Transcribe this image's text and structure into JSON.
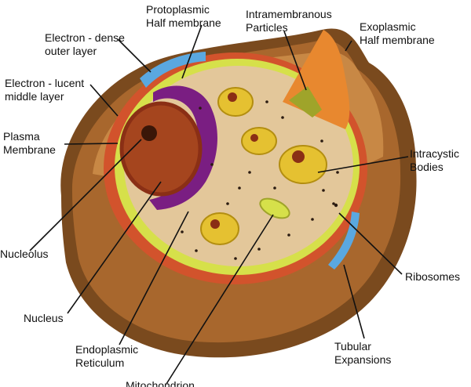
{
  "colors": {
    "cyst_wall_outer": "#7a4a1e",
    "cyst_wall_mid": "#a8672d",
    "cyst_wall_light": "#c88845",
    "red_layer": "#d2532c",
    "plasma_membrane": "#d6e04a",
    "cytoplasm": "#e3c79a",
    "nucleus": "#a5451e",
    "er_purple": "#7a1e82",
    "tubular_blue": "#5aa8e0",
    "intracystic_yellow": "#e5c131",
    "ribosome": "#2a1a10"
  },
  "labels": {
    "protoplasmic": "Protoplasmic\nHalf membrane",
    "intramembranous": "Intramembranous\nParticles",
    "exoplasmic": "Exoplasmic\nHalf membrane",
    "electron_dense": "Electron - dense\nouter layer",
    "electron_lucent": "Electron - lucent\nmiddle layer",
    "plasma_membrane": "Plasma\nMembrane",
    "intracystic": "Intracystic\nBodies",
    "nucleolus": "Nucleolus",
    "ribosomes": "Ribosomes",
    "nucleus": "Nucleus",
    "er": "Endoplasmic\nReticulum",
    "tubular": "Tubular\nExpansions",
    "mitochondrion": "Mitochondrion"
  }
}
